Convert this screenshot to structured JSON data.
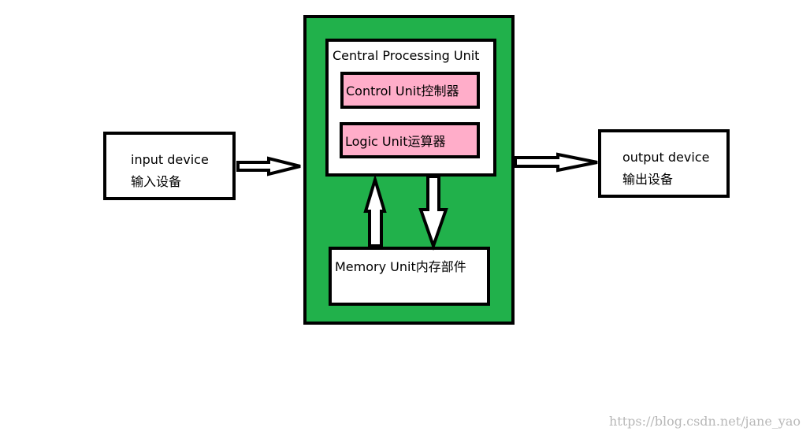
{
  "colors": {
    "computer_fill": "#21b14b",
    "cpu_fill": "#ffffff",
    "subunit_fill": "#ffadc9",
    "stroke": "#000000",
    "watermark": "#b8b8b8"
  },
  "input_device": {
    "line1": "input device",
    "line2": "输入设备"
  },
  "output_device": {
    "line1": "output device",
    "line2": "输出设备"
  },
  "cpu": {
    "title": "Central Processing Unit",
    "control_unit": "Control Unit控制器",
    "logic_unit": "Logic Unit运算器"
  },
  "memory": {
    "label": "Memory Unit内存部件"
  },
  "watermark": "https://blog.csdn.net/jane_yao"
}
